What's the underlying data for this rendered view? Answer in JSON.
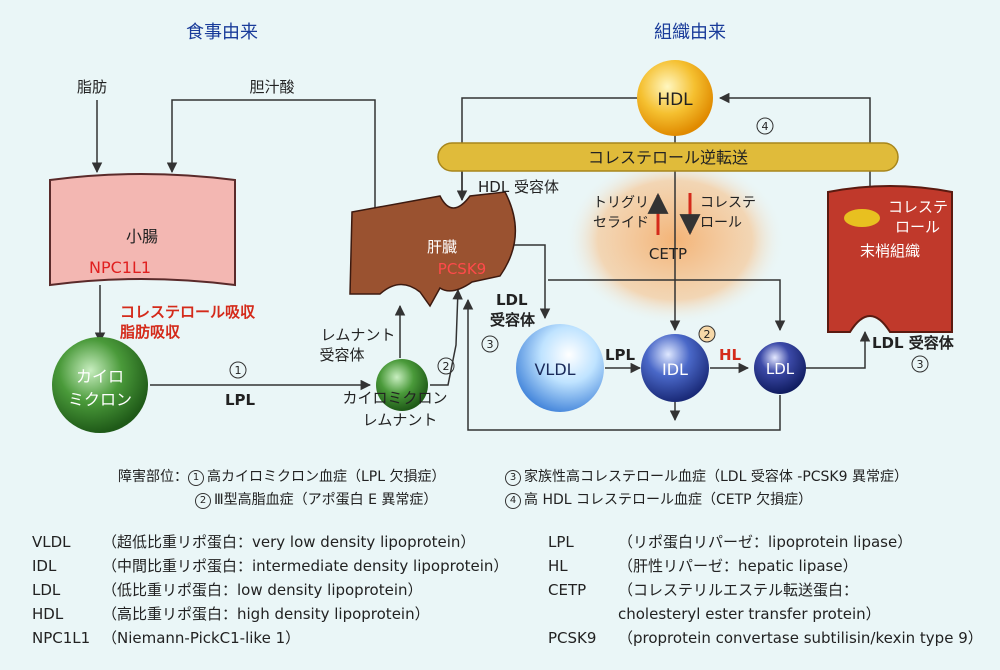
{
  "headings": {
    "dietary": "食事由来",
    "tissue": "組織由来"
  },
  "inputs": {
    "fat": "脂肪",
    "bile_acid": "胆汁酸"
  },
  "intestine": {
    "name": "小腸",
    "transporter": "NPC1L1",
    "absorb1": "コレステロール吸収",
    "absorb2": "脂肪吸収"
  },
  "chylomicron": {
    "line1": "カイロ",
    "line2": "ミクロン"
  },
  "remnant": {
    "line1": "カイロミクロン",
    "line2": "レムナント",
    "receptor1": "レムナント",
    "receptor2": "受容体"
  },
  "liver": {
    "name": "肝臓",
    "pcsk9": "PCSK9",
    "hdl_receptor": "HDL 受容体",
    "ldl_receptor1": "LDL",
    "ldl_receptor2": "受容体"
  },
  "hdl": {
    "label": "HDL"
  },
  "reverse_transport": "コレステロール逆転送",
  "cetp": {
    "label": "CETP",
    "tg1": "トリグリ",
    "tg2": "セライド",
    "chol1": "コレステ",
    "chol2": "ロール"
  },
  "peripheral": {
    "chol1": "コレステ",
    "chol2": "ロール",
    "name": "末梢組織",
    "ldl_receptor": "LDL 受容体"
  },
  "particles": {
    "vldl": "VLDL",
    "idl": "IDL",
    "ldl": "LDL",
    "lpl": "LPL",
    "hl": "HL",
    "lpl2": "LPL"
  },
  "markers": {
    "m1": "1",
    "m2": "2",
    "m3": "3",
    "m4": "4"
  },
  "disorders": {
    "prefix": "障害部位：",
    "d1": "高カイロミクロン血症（LPL 欠損症）",
    "d2": "Ⅲ型高脂血症（アポ蛋白 E 異常症）",
    "d3": "家族性高コレステロール血症（LDL 受容体 -PCSK9 異常症）",
    "d4": "高 HDL コレステロール血症（CETP 欠損症）"
  },
  "legend_left": [
    {
      "abbr": "VLDL",
      "desc": "（超低比重リポ蛋白：very low density lipoprotein）"
    },
    {
      "abbr": "IDL",
      "desc": "（中間比重リポ蛋白：intermediate density lipoprotein）"
    },
    {
      "abbr": "LDL",
      "desc": "（低比重リポ蛋白：low density lipoprotein）"
    },
    {
      "abbr": "HDL",
      "desc": "（高比重リポ蛋白：high density lipoprotein）"
    },
    {
      "abbr": "NPC1L1",
      "desc": "（Niemann-PickC1-like 1）"
    }
  ],
  "legend_right": [
    {
      "abbr": "LPL",
      "desc": "（リポ蛋白リパーゼ：lipoprotein lipase）"
    },
    {
      "abbr": "HL",
      "desc": "（肝性リパーゼ：hepatic lipase）"
    },
    {
      "abbr": "CETP",
      "desc": "（コレステリルエステル転送蛋白："
    },
    {
      "abbr": "",
      "desc": "cholesteryl ester transfer protein）"
    },
    {
      "abbr": "PCSK9",
      "desc": "（proprotein convertase subtilisin/kexin type 9）"
    }
  ]
}
